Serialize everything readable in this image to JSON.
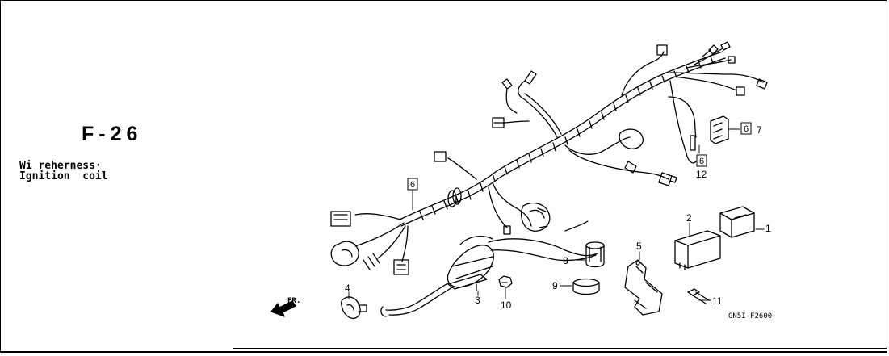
{
  "page": {
    "section_code": "F-26",
    "subtitle_line1": "Wi reherness·",
    "subtitle_line2": "Ignition  coil",
    "drawing_code": "GN5I-F2600",
    "front_indicator": "FR."
  },
  "callouts": [
    {
      "id": "1",
      "text": "1"
    },
    {
      "id": "2",
      "text": "2"
    },
    {
      "id": "3",
      "text": "3"
    },
    {
      "id": "4",
      "text": "4"
    },
    {
      "id": "5",
      "text": "5"
    },
    {
      "id": "6a",
      "text": "6",
      "boxed": true
    },
    {
      "id": "6b",
      "text": "6",
      "boxed": true
    },
    {
      "id": "6c",
      "text": "6",
      "boxed": true
    },
    {
      "id": "7",
      "text": "7"
    },
    {
      "id": "8",
      "text": "8"
    },
    {
      "id": "9",
      "text": "9"
    },
    {
      "id": "10",
      "text": "10"
    },
    {
      "id": "11",
      "text": "11"
    },
    {
      "id": "12",
      "text": "12"
    }
  ]
}
